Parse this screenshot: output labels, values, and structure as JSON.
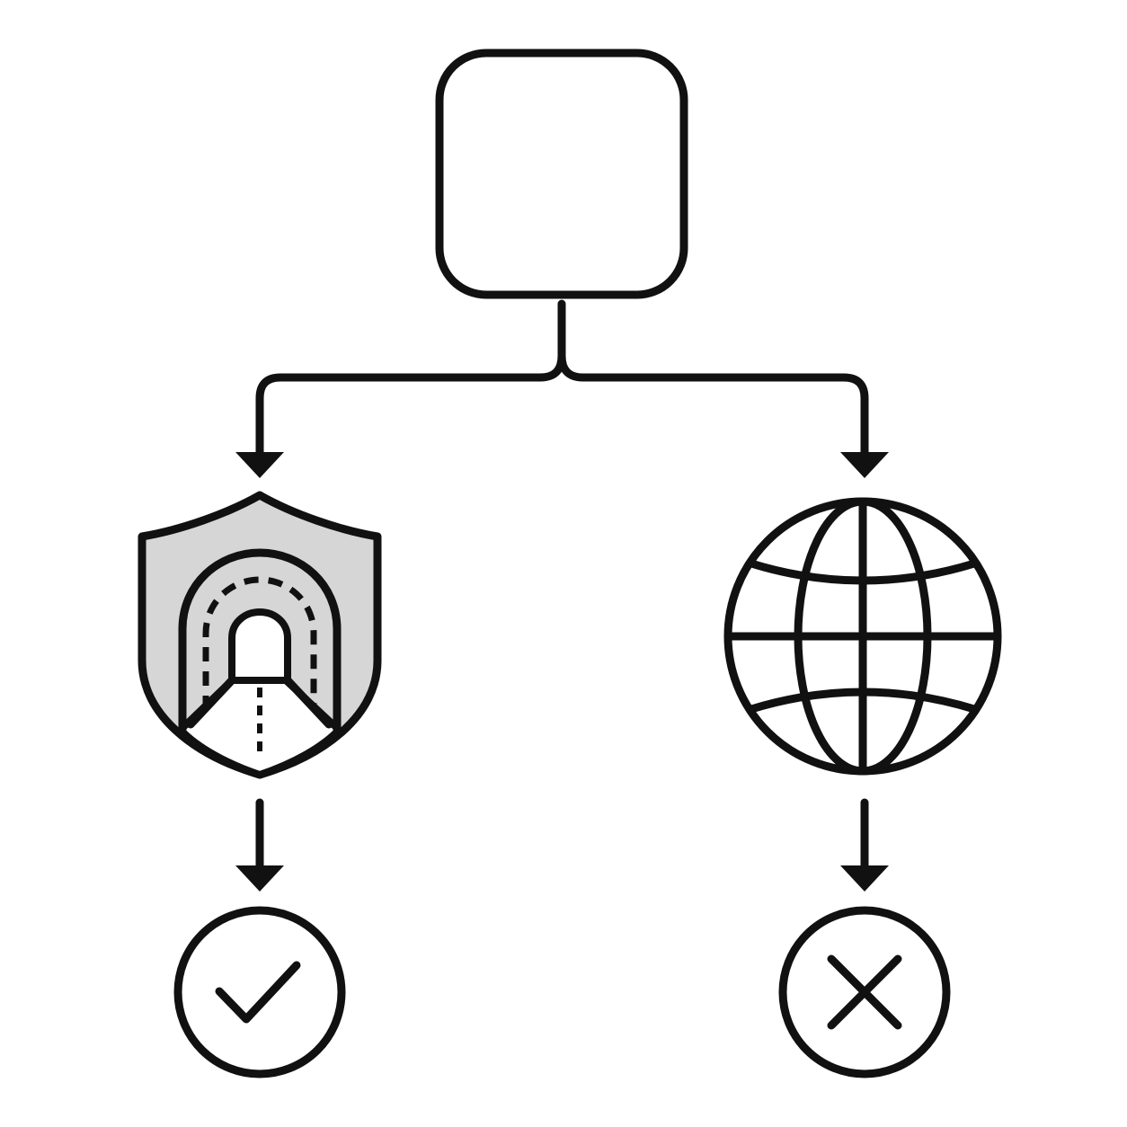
{
  "diagram": {
    "colors": {
      "ink": "#111111",
      "background": "#ffffff",
      "shield_fill": "#d6d6d6"
    },
    "nodes": [
      {
        "id": "top-box",
        "shape": "rounded-square",
        "label": ""
      },
      {
        "id": "vpn-shield",
        "icon": "shield-tunnel-icon",
        "label": ""
      },
      {
        "id": "internet-globe",
        "icon": "globe-icon",
        "label": ""
      },
      {
        "id": "result-allowed",
        "icon": "checkmark-icon",
        "label": ""
      },
      {
        "id": "result-blocked",
        "icon": "x-mark-icon",
        "label": ""
      }
    ],
    "edges": [
      {
        "from": "top-box",
        "to": "vpn-shield"
      },
      {
        "from": "top-box",
        "to": "internet-globe"
      },
      {
        "from": "vpn-shield",
        "to": "result-allowed"
      },
      {
        "from": "internet-globe",
        "to": "result-blocked"
      }
    ]
  }
}
